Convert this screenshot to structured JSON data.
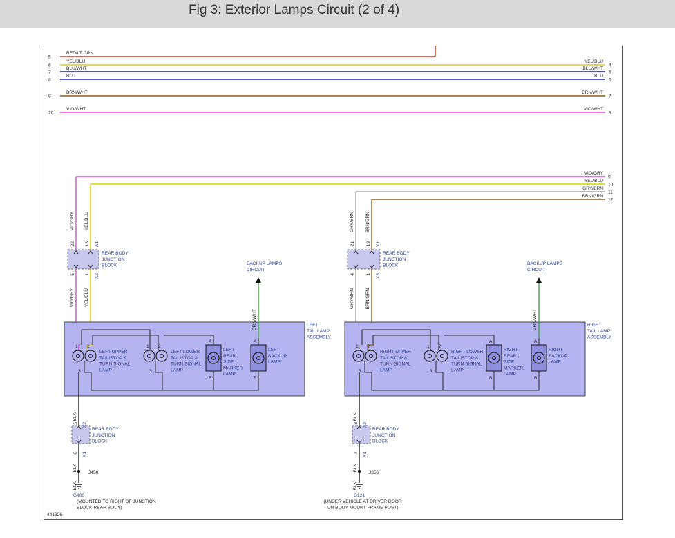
{
  "header": {
    "title": "Fig 3: Exterior Lamps Circuit (2 of 4)"
  },
  "figure_id": "441326",
  "colors": {
    "red_lt_grn": "#c8321e",
    "yellow": "#e0d000",
    "dark_blue": "#1a1aa8",
    "brown": "#8b5a1a",
    "violet": "#e83ee8",
    "gray": "#a8a8a8",
    "green": "#3fa13f",
    "black": "#222222",
    "assembly_fill": "#b4b4f0",
    "block_fill": "#c8c8ee",
    "label_blue": "#2a3c8f"
  },
  "top_bus": [
    {
      "pin_left": "5",
      "name_left": "RED/LT GRN"
    },
    {
      "pin_left": "6",
      "name_left": "YEL/BLU",
      "name_right": "YEL/BLU",
      "pin_right": "4"
    },
    {
      "pin_left": "7",
      "name_left": "BLU/WHT",
      "name_right": "BLU/WHT",
      "pin_right": "5"
    },
    {
      "pin_left": "8",
      "name_left": "BLU",
      "name_right": "BLU",
      "pin_right": "6"
    },
    {
      "pin_left": "9",
      "name_left": "BRN/WHT",
      "name_right": "BRN/WHT",
      "pin_right": "7"
    },
    {
      "pin_left": "10",
      "name_left": "VIO/WHT",
      "name_right": "VIO/WHT",
      "pin_right": "8"
    }
  ],
  "mid_bus": [
    {
      "name": "VIO/GRY",
      "pin": "9"
    },
    {
      "name": "YEL/BLU",
      "pin": "10"
    },
    {
      "name": "GRY/BRN",
      "pin": "11"
    },
    {
      "name": "BRN/GRN",
      "pin": "12"
    }
  ],
  "left": {
    "wire_a": "VIO/GRY",
    "wire_b": "YEL/BLU",
    "pin_a_top": "22",
    "pin_b_top": "18",
    "conn_top": "X1",
    "pin_a_bot": "5",
    "pin_b_bot": "1",
    "conn_bot": "X2",
    "junction_label": [
      "REAR BODY",
      "JUNCTION",
      "BLOCK"
    ],
    "backup_circuit": [
      "BACKUP LAMPS",
      "CIRCUIT"
    ],
    "backup_wire": "GRN/WHT",
    "assembly": [
      "LEFT",
      "TAIL LAMP",
      "ASSEMBLY"
    ],
    "lamp_upper": [
      "LEFT UPPER",
      "TAIL/STOP &",
      "TURN SIGNAL",
      "LAMP"
    ],
    "lamp_lower": [
      "LEFT LOWER",
      "TAIL/STOP &",
      "TURN SIGNAL",
      "LAMP"
    ],
    "lamp_marker": [
      "LEFT",
      "REAR",
      "SIDE",
      "MARKER",
      "LAMP"
    ],
    "lamp_backup": [
      "LEFT",
      "BACKUP",
      "LAMP"
    ],
    "ground_wire": "BLK",
    "gj_pin_top": "5",
    "gj_conn_top": "X2",
    "gj_pin_bot": "6",
    "gj_conn_bot": "X1",
    "splice": "J450",
    "ground": "G400",
    "ground_note": [
      "(MOUNTED TO RIGHT OF JUNCTION",
      "BLOCK-REAR BODY)"
    ]
  },
  "right": {
    "wire_a": "GRY/BRN",
    "wire_b": "BRN/GRN",
    "pin_a_top": "21",
    "pin_b_top": "19",
    "conn_top": "X1",
    "pin_a_bot": "4",
    "pin_b_bot": "1",
    "conn_bot": "X3",
    "junction_label": [
      "REAR BODY",
      "JUNCTION",
      "BLOCK"
    ],
    "backup_circuit": [
      "BACKUP LAMPS",
      "CIRCUIT"
    ],
    "backup_wire": "GRN/WHT",
    "assembly": [
      "RIGHT",
      "TAIL LAMP",
      "ASSEMBLY"
    ],
    "lamp_upper": [
      "RIGHT UPPER",
      "TAIL/STOP &",
      "TURN SIGNAL",
      "LAMP"
    ],
    "lamp_lower": [
      "RIGHT LOWER",
      "TAIL/STOP &",
      "TURN SIGNAL",
      "LAMP"
    ],
    "lamp_marker": [
      "RIGHT",
      "REAR",
      "SIDE",
      "MARKER",
      "LAMP"
    ],
    "lamp_backup": [
      "RIGHT",
      "BACKUP",
      "LAMP"
    ],
    "ground_wire": "BLK",
    "gj_pin_top": "8",
    "gj_conn_top": "X2",
    "gj_pin_bot": "7",
    "gj_conn_bot": "X1",
    "splice": "J356",
    "ground": "G121",
    "ground_note": [
      "(UNDER VEHICLE AT DRIVER DOOR",
      "ON BODY MOUNT FRAME POST)"
    ]
  },
  "pins": {
    "one": "1",
    "two": "2",
    "three": "3",
    "A": "A",
    "B": "B"
  }
}
